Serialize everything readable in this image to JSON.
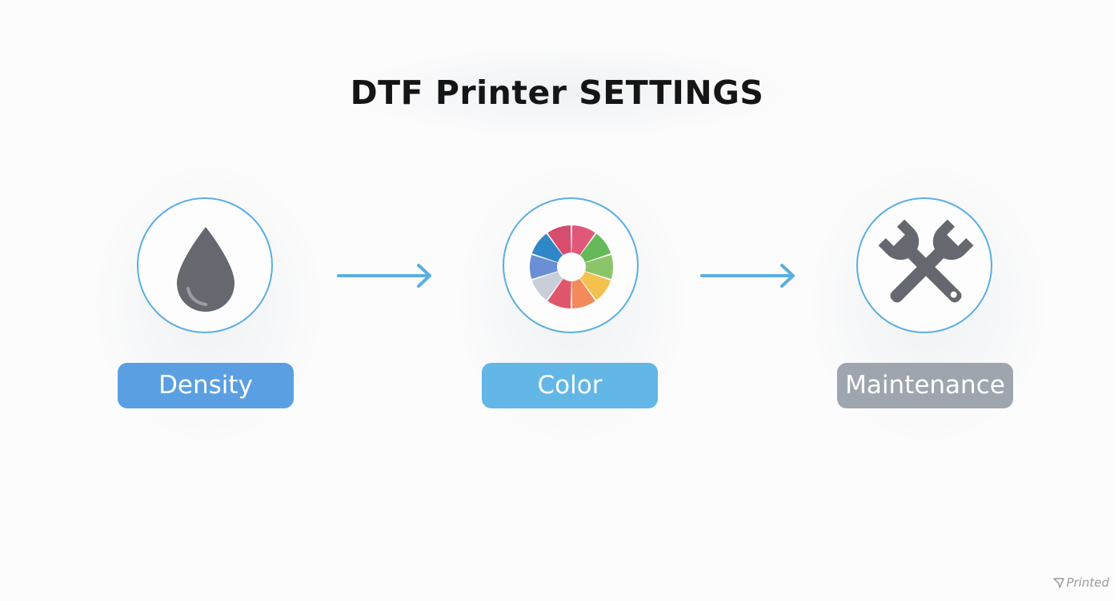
{
  "title": "DTF Printer SETTINGS",
  "steps": [
    {
      "label": "Density",
      "icon": "ink-drop-icon",
      "color": "#5b9fe3"
    },
    {
      "label": "Color",
      "icon": "color-wheel-icon",
      "color": "#62b7e6"
    },
    {
      "label": "Maintenance",
      "icon": "wrench-icon",
      "color": "#9ea5ae"
    }
  ],
  "colors": {
    "circle_border": "#5aaee0",
    "arrow": "#5aaee0",
    "icon_gray": "#65686e"
  },
  "watermark": "Printed"
}
